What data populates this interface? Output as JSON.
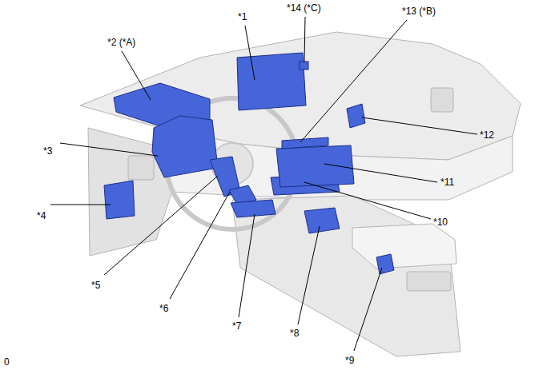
{
  "diagram": {
    "labels": [
      "*14 (*C)",
      "*13 (*B)",
      "*1",
      "*2 (*A)",
      "*12",
      "*3",
      "*11",
      "*4",
      "*10",
      "*5",
      "*6",
      "*7",
      "*8",
      "*9",
      "0"
    ]
  }
}
